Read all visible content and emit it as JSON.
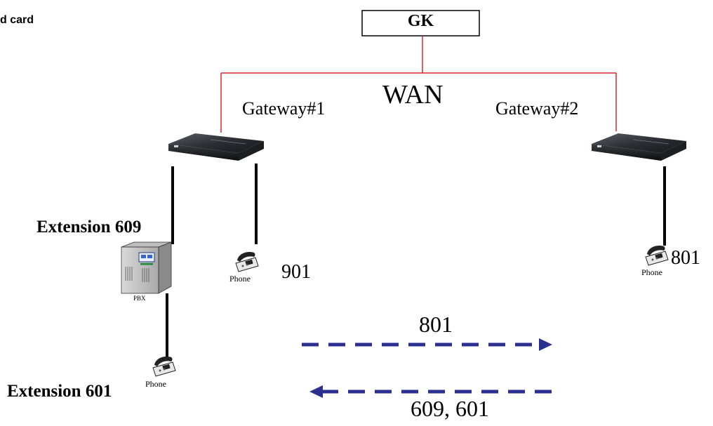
{
  "header_fragment": "d card",
  "gatekeeper": {
    "label": "GK"
  },
  "network": {
    "label": "WAN"
  },
  "gateways": [
    {
      "label": "Gateway#1"
    },
    {
      "label": "Gateway#2"
    }
  ],
  "pbx": {
    "caption": "PBX"
  },
  "extensions": [
    {
      "label": "Extension 609"
    },
    {
      "label": "Extension 601"
    }
  ],
  "phones": [
    {
      "caption": "Phone",
      "number": "901"
    },
    {
      "caption": "Phone",
      "number": "801"
    },
    {
      "caption": "Phone"
    }
  ],
  "call_flows": [
    {
      "label": "801",
      "direction": "right"
    },
    {
      "label": "609, 601",
      "direction": "left"
    }
  ],
  "colors": {
    "wan_line": "#d9262c",
    "arrow": "#2b2f8f",
    "cable": "#000000"
  }
}
